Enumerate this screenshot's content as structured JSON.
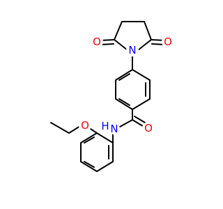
{
  "molecule": {
    "atoms": {
      "o_left": {
        "symbol": "O",
        "color": "#ff0000"
      },
      "o_right": {
        "symbol": "O",
        "color": "#ff0000"
      },
      "n_imide": {
        "symbol": "N",
        "color": "#0000ff"
      },
      "o_amide": {
        "symbol": "O",
        "color": "#ff0000"
      },
      "nh_amide": {
        "symbol": "H",
        "color": "#0000ff"
      },
      "n_amide": {
        "symbol": "N",
        "color": "#0000ff"
      },
      "o_ether": {
        "symbol": "O",
        "color": "#ff0000"
      }
    },
    "bond_color": "#000000"
  }
}
